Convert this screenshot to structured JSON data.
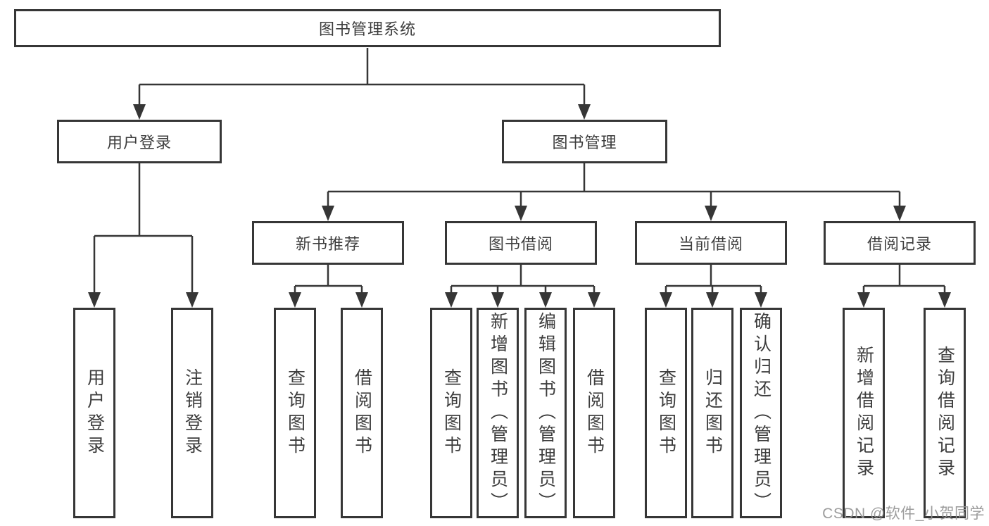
{
  "diagram": {
    "title": "图书管理系统",
    "root": {
      "label": "图书管理系统"
    },
    "level2": [
      {
        "label": "用户登录"
      },
      {
        "label": "图书管理"
      }
    ],
    "level3": [
      {
        "label": "新书推荐"
      },
      {
        "label": "图书借阅"
      },
      {
        "label": "当前借阅"
      },
      {
        "label": "借阅记录"
      }
    ],
    "leaves": {
      "user_login": [
        "用户登录",
        "注销登录"
      ],
      "new_book": [
        "查询图书",
        "借阅图书"
      ],
      "book_borrow": [
        "查询图书",
        "新增图书（管理员）",
        "编辑图书（管理员）",
        "借阅图书"
      ],
      "current_borrow": [
        "查询图书",
        "归还图书",
        "确认归还（管理员）"
      ],
      "borrow_record": [
        "新增借阅记录",
        "查询借阅记录"
      ]
    }
  },
  "watermark": {
    "text": "CSDN @软件_小贺同学",
    "color": "#949494"
  },
  "colors": {
    "line": "#363636",
    "border": "#363636",
    "text": "#3d3d3d",
    "background": "#ffffff"
  }
}
